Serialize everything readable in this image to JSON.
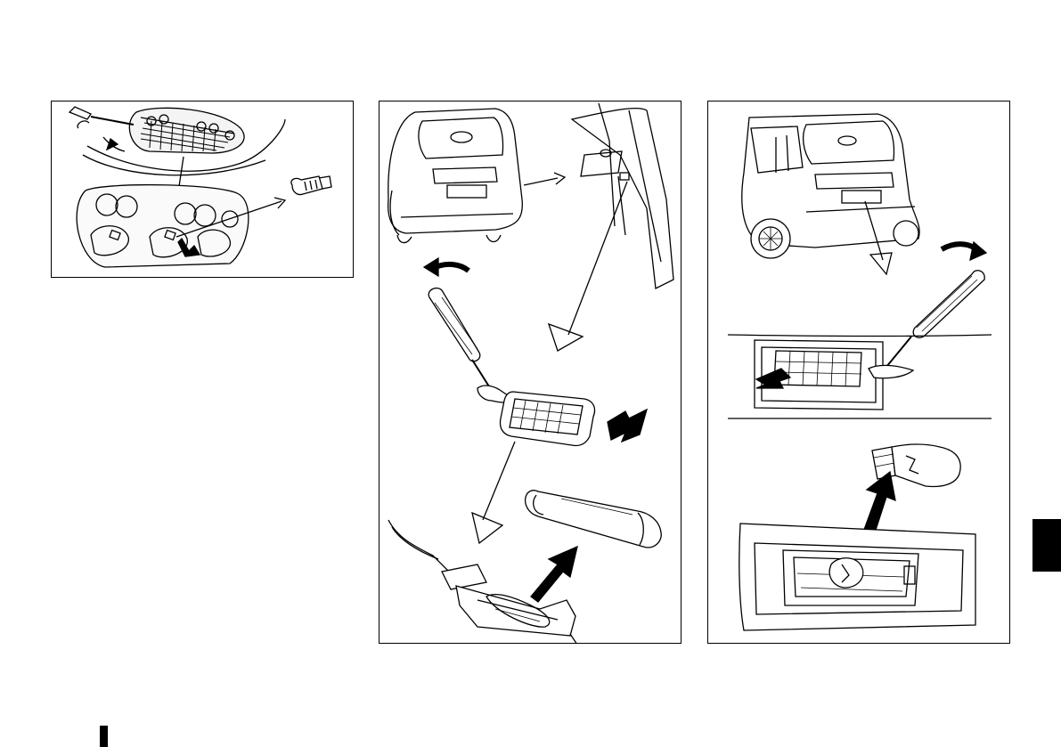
{
  "page": {
    "background": "#ffffff",
    "ink": "#000000"
  },
  "figures": [
    {
      "subject": "map-lamp-bulb-replacement"
    },
    {
      "subject": "luggage-room-light-bulb-replacement"
    },
    {
      "subject": "licence-plate-light-bulb-replacement"
    }
  ],
  "section_tab": {
    "color": "#000000"
  }
}
